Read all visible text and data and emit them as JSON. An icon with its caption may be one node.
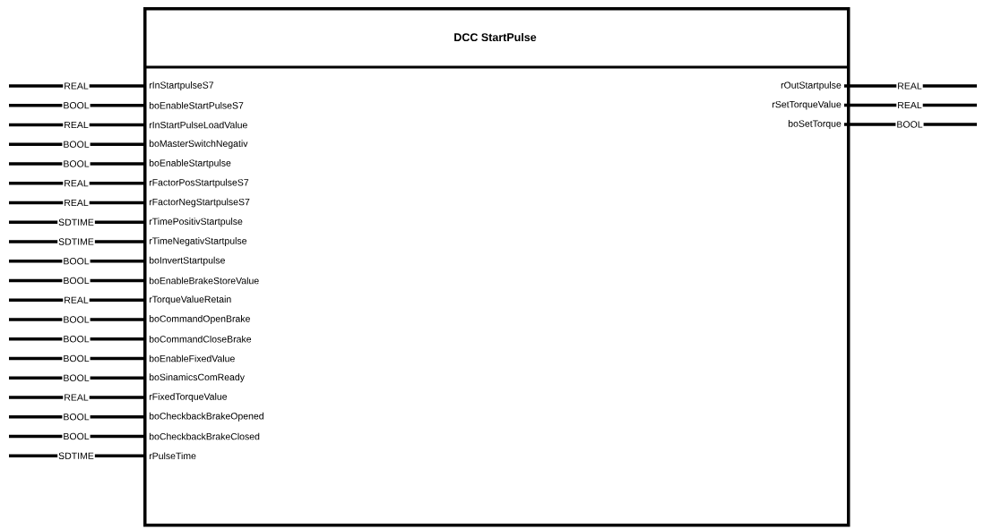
{
  "diagram": {
    "nodes": [
      {
        "text": [
          "DCC StartPulse"
        ]
      },
      {
        "text": [
          "rInStartpulseS7"
        ],
        "in": 0
      },
      {
        "text": [
          "boEnableStartPulseS7"
        ],
        "in": 0
      },
      {
        "text": [
          "rInStartPulseLoadValue"
        ],
        "in": 0
      },
      {
        "text": [
          "boMasterSwitchNegativ"
        ],
        "in": 0
      },
      {
        "text": [
          "boEnableStartpulse"
        ],
        "in": 0
      },
      {
        "text": [
          "rFactorPosStartpulseS7"
        ],
        "in": 0
      },
      {
        "text": [
          "rFactorNegStartpulseS7"
        ],
        "in": 0
      },
      {
        "text": [
          "rTimePositivStartpulse"
        ],
        "in": 0
      },
      {
        "text": [
          "rTimeNegativStartpulse"
        ],
        "in": 0
      },
      {
        "text": [
          "boInvertStartpulse"
        ],
        "in": 0
      },
      {
        "text": [
          "boEnableBrakeStoreValue"
        ],
        "in": 0
      },
      {
        "text": [
          "rTorqueValueRetain"
        ],
        "in": 0
      },
      {
        "text": [
          "boCommandOpenBrake"
        ],
        "in": 0
      },
      {
        "text": [
          "boCommandCloseBrake"
        ],
        "in": 0
      },
      {
        "text": [
          "boEnableFixedValue"
        ],
        "in": 0
      },
      {
        "text": [
          "boSinamicsComReady"
        ],
        "in": 0
      },
      {
        "text": [
          "rFixedTorqueValue"
        ],
        "in": 0
      },
      {
        "text": [
          "boCheckbackBrakeOpened"
        ],
        "in": 0
      },
      {
        "text": [
          "boCheckbackBrakeClosed"
        ],
        "in": 0
      },
      {
        "text": [
          "rPulseTime"
        ],
        "in": 0
      },
      {
        "text": [
          "rOutStartpulse"
        ],
        "in": 0
      },
      {
        "text": [
          "rSetTorqueValue"
        ],
        "in": 0
      },
      {
        "text": [
          "boSetTorque"
        ],
        "in": 0
      }
    ],
    "edges": [
      {
        "from": null,
        "to": 1,
        "arrow": "none",
        "label": "REAL"
      },
      {
        "from": null,
        "to": 2,
        "arrow": "none",
        "label": "BOOL"
      },
      {
        "from": null,
        "to": 3,
        "arrow": "none",
        "label": "REAL"
      },
      {
        "from": null,
        "to": 4,
        "arrow": "none",
        "label": "BOOL"
      },
      {
        "from": null,
        "to": 5,
        "arrow": "none",
        "label": "BOOL"
      },
      {
        "from": null,
        "to": 6,
        "arrow": "none",
        "label": "REAL"
      },
      {
        "from": null,
        "to": 7,
        "arrow": "none",
        "label": "REAL"
      },
      {
        "from": null,
        "to": 8,
        "arrow": "none",
        "label": "SDTIME"
      },
      {
        "from": null,
        "to": 9,
        "arrow": "none",
        "label": "SDTIME"
      },
      {
        "from": null,
        "to": 10,
        "arrow": "none",
        "label": "BOOL"
      },
      {
        "from": null,
        "to": 11,
        "arrow": "none",
        "label": "BOOL"
      },
      {
        "from": null,
        "to": 12,
        "arrow": "none",
        "label": "REAL"
      },
      {
        "from": null,
        "to": 13,
        "arrow": "none",
        "label": "BOOL"
      },
      {
        "from": null,
        "to": 14,
        "arrow": "none",
        "label": "BOOL"
      },
      {
        "from": null,
        "to": 15,
        "arrow": "none",
        "label": "BOOL"
      },
      {
        "from": null,
        "to": 16,
        "arrow": "none",
        "label": "BOOL"
      },
      {
        "from": null,
        "to": 17,
        "arrow": "none",
        "label": "REAL"
      },
      {
        "from": null,
        "to": 18,
        "arrow": "none",
        "label": "BOOL"
      },
      {
        "from": null,
        "to": 19,
        "arrow": "none",
        "label": "BOOL"
      },
      {
        "from": null,
        "to": 20,
        "arrow": "none",
        "label": "SDTIME"
      },
      {
        "from": 21,
        "to": null,
        "arrow": "none",
        "label": "REAL"
      },
      {
        "from": 22,
        "to": null,
        "arrow": "none",
        "label": "REAL"
      },
      {
        "from": 23,
        "to": null,
        "arrow": "none",
        "label": "BOOL"
      }
    ]
  }
}
